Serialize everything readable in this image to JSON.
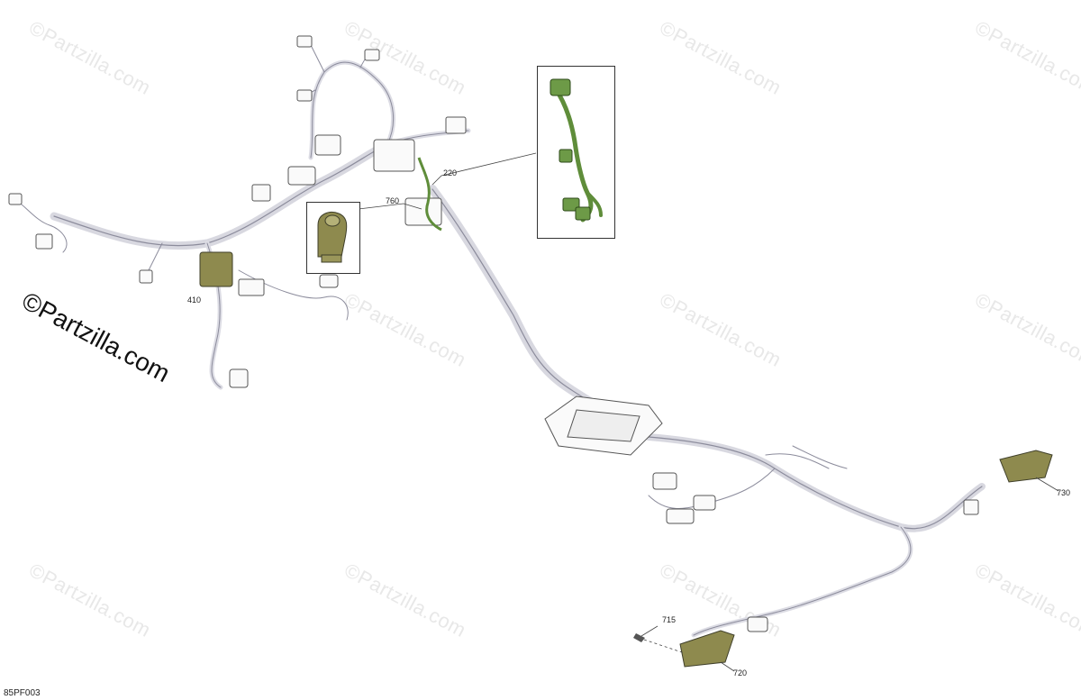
{
  "watermarks": [
    "©Partzilla.com",
    "©Partzilla.com",
    "©Partzilla.com",
    "©Partzilla.com",
    "©Partzilla.com",
    "©Partzilla.com",
    "©Partzilla.com",
    "©Partzilla.com",
    "©Partzilla.com",
    "©Partzilla.com",
    "©Partzilla.com"
  ],
  "main_watermark": "©Partzilla.com",
  "callouts": {
    "p220": "220",
    "p760": "760",
    "p410": "410",
    "p730": "730",
    "p715": "715",
    "p720": "720"
  },
  "diagram_code": "85PF003",
  "colors": {
    "harness": "#9a9aa8",
    "highlight_green": "#5f8d3a",
    "highlight_olive": "#8e8a4e"
  }
}
